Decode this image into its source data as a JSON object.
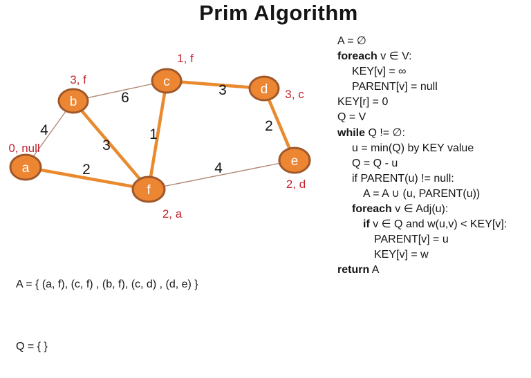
{
  "title": "Prim Algorithm",
  "colors": {
    "node-fill": "#EC8633",
    "node-stroke": "#A0572A",
    "mst-edge": "#E98A2F",
    "other-edge": "#B08872",
    "label-red": "#C2232E",
    "text": "#141414"
  },
  "graph": {
    "nodes": [
      {
        "label": "a",
        "key_parent": "0, null"
      },
      {
        "label": "b",
        "key_parent": "3, f"
      },
      {
        "label": "c",
        "key_parent": "1, f"
      },
      {
        "label": "d",
        "key_parent": "3, c"
      },
      {
        "label": "e",
        "key_parent": "2, d"
      },
      {
        "label": "f",
        "key_parent": "2, a"
      }
    ],
    "edges": [
      {
        "from": "a",
        "to": "b",
        "weight": "4",
        "in_mst": false
      },
      {
        "from": "b",
        "to": "c",
        "weight": "6",
        "in_mst": false
      },
      {
        "from": "a",
        "to": "f",
        "weight": "2",
        "in_mst": true
      },
      {
        "from": "b",
        "to": "f",
        "weight": "3",
        "in_mst": true
      },
      {
        "from": "c",
        "to": "f",
        "weight": "1",
        "in_mst": true
      },
      {
        "from": "c",
        "to": "d",
        "weight": "3",
        "in_mst": true
      },
      {
        "from": "d",
        "to": "e",
        "weight": "2",
        "in_mst": true
      },
      {
        "from": "f",
        "to": "e",
        "weight": "4",
        "in_mst": false
      }
    ]
  },
  "result": {
    "a_set": "A = { (a, f), (c, f) , (b, f), (c, d) , (d, e) }",
    "q_set": "Q = { }"
  },
  "pseudocode": {
    "lines": [
      {
        "bold": "",
        "rest": "A = ∅",
        "indent": 0
      },
      {
        "bold": "foreach",
        "rest": " v ∈ V:",
        "indent": 0
      },
      {
        "bold": "",
        "rest": "KEY[v] = ∞",
        "indent": 1
      },
      {
        "bold": "",
        "rest": "PARENT[v] = null",
        "indent": 1
      },
      {
        "bold": "",
        "rest": "KEY[r] = 0",
        "indent": 0
      },
      {
        "bold": "",
        "rest": "Q = V",
        "indent": 0
      },
      {
        "bold": "while",
        "rest": " Q != ∅:",
        "indent": 0
      },
      {
        "bold": "",
        "rest": "u = min(Q) by KEY value",
        "indent": 1
      },
      {
        "bold": "",
        "rest": "Q = Q - u",
        "indent": 1
      },
      {
        "bold": "",
        "rest": "if PARENT(u) != null:",
        "indent": 1
      },
      {
        "bold": "",
        "rest": "A = A ∪ (u, PARENT(u))",
        "indent": 2
      },
      {
        "bold": "foreach",
        "rest": " v ∈ Adj(u):",
        "indent": 1
      },
      {
        "bold": "if",
        "rest": " v ∈ Q and w(u,v) < KEY[v]:",
        "indent": 2
      },
      {
        "bold": "",
        "rest": "PARENT[v] = u",
        "indent": 3
      },
      {
        "bold": "",
        "rest": "KEY[v] = w",
        "indent": 3
      },
      {
        "bold": "return",
        "rest": " A",
        "indent": 0
      }
    ]
  }
}
